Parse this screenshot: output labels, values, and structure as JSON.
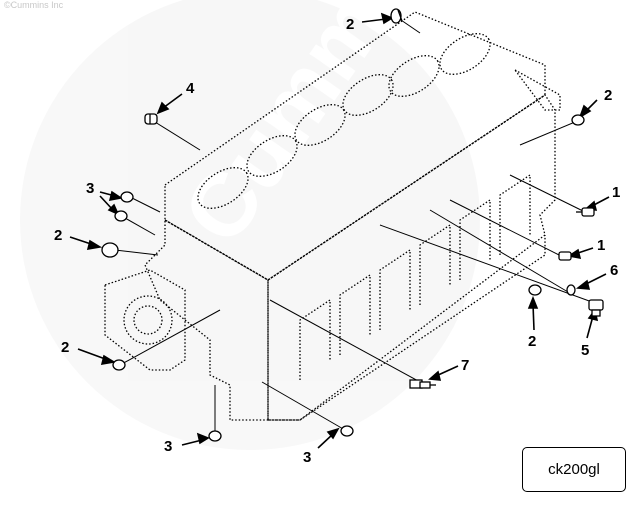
{
  "copyright": "©Cummins Inc",
  "watermark": "Cummins",
  "figure_id": "ck200gl",
  "callouts": [
    "2",
    "2",
    "4",
    "3",
    "1",
    "2",
    "1",
    "6",
    "2",
    "5",
    "2",
    "7",
    "3",
    "3"
  ]
}
